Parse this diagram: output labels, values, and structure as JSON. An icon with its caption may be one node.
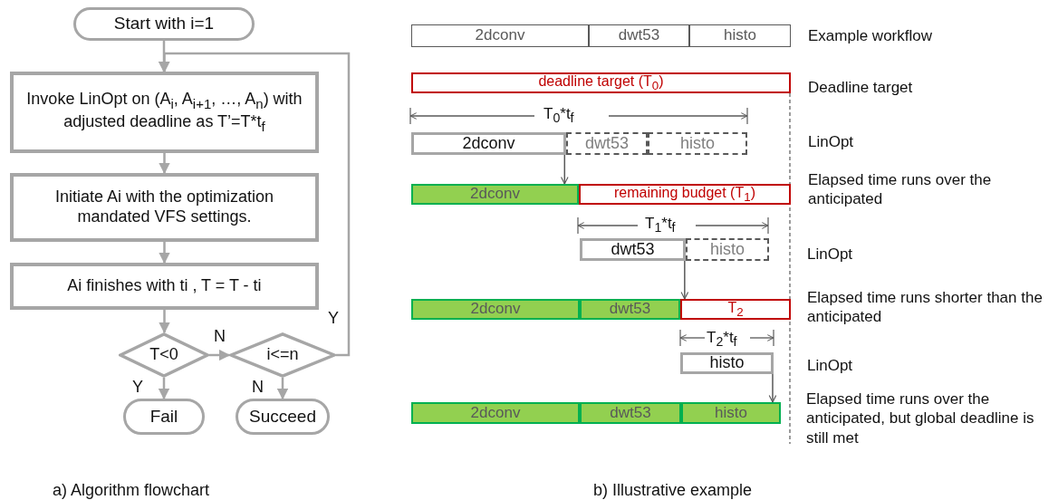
{
  "diagram": {
    "nodes": [
      {
        "text": [
          "Start with i=1"
        ]
      },
      {
        "text": [
          "Invoke LinOpt on (A$_{i}$, A$_{i+1}$, …, A$_{n}$) with adjusted deadline as T’=T*t$_{f}$"
        ]
      },
      {
        "text": [
          "Initiate Ai with the optimization mandated VFS settings."
        ]
      },
      {
        "text": [
          "Ai finishes  with ti , T = T - ti"
        ]
      },
      {
        "text": [
          "T<0"
        ]
      },
      {
        "text": [
          "i<=n"
        ]
      },
      {
        "text": [
          "Fail"
        ]
      },
      {
        "text": [
          "Succeed"
        ]
      },
      {
        "text": [
          "2dconv"
        ]
      },
      {
        "text": [
          "dwt53"
        ]
      },
      {
        "text": [
          "histo"
        ]
      },
      {
        "text": [
          "deadline target (T$_{0}$)"
        ]
      },
      {
        "text": [
          "2dconv"
        ]
      },
      {
        "text": [
          "dwt53"
        ]
      },
      {
        "text": [
          "histo"
        ]
      },
      {
        "text": [
          "2dconv"
        ]
      },
      {
        "text": [
          "remaining budget (T$_{1}$)"
        ]
      },
      {
        "text": [
          "dwt53"
        ]
      },
      {
        "text": [
          "histo"
        ]
      },
      {
        "text": [
          "2dconv"
        ]
      },
      {
        "text": [
          "dwt53"
        ]
      },
      {
        "text": [
          "T$_{2}$"
        ]
      },
      {
        "text": [
          "histo"
        ]
      },
      {
        "text": [
          "2dconv"
        ]
      },
      {
        "text": [
          "dwt53"
        ]
      },
      {
        "text": [
          "histo"
        ]
      }
    ],
    "edges": [
      {
        "from": 0,
        "to": 1,
        "arrow": "to"
      },
      {
        "from": 1,
        "to": 2,
        "arrow": "to"
      },
      {
        "from": 2,
        "to": 3,
        "arrow": "to"
      },
      {
        "from": 3,
        "to": 4,
        "arrow": "to"
      },
      {
        "from": 4,
        "to": 5,
        "arrow": "to",
        "label": "N"
      },
      {
        "from": 4,
        "to": 6,
        "arrow": "to",
        "label": "Y"
      },
      {
        "from": 5,
        "to": 7,
        "arrow": "to",
        "label": "N"
      },
      {
        "from": 5,
        "to": 1,
        "arrow": "to",
        "label": "Y"
      },
      {
        "from": 12,
        "to": 15,
        "arrow": "to",
        "color": "#595959"
      },
      {
        "from": 17,
        "to": 21,
        "arrow": "to",
        "color": "#595959"
      },
      {
        "from": 22,
        "to": 25,
        "arrow": "to",
        "color": "#595959"
      }
    ],
    "labels": [
      "Example workflow",
      "Deadline target",
      "T$_{0}$*t$_{f}$",
      "LinOpt",
      "Elapsed time runs over the anticipated",
      "T$_{1}$*t$_{f}$",
      "LinOpt",
      "Elapsed time runs shorter than the anticipated",
      "T$_{2}$*t$_{f}$",
      "LinOpt",
      "Elapsed time runs over the anticipated, but global deadline is still met",
      "a) Algorithm flowchart",
      "b) Illustrative example"
    ]
  }
}
